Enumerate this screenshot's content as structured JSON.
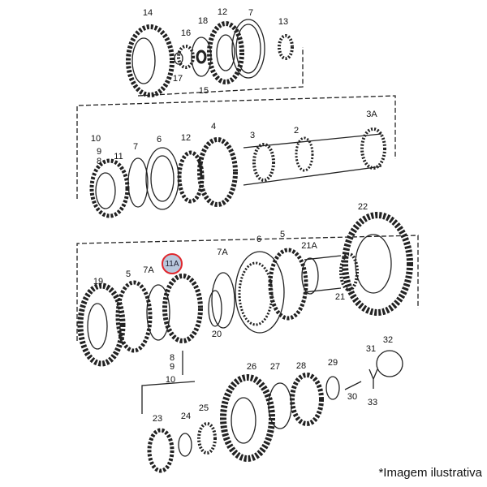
{
  "top_group": {
    "labels": [
      "14",
      "16",
      "18",
      "12",
      "7",
      "13",
      "17",
      "15"
    ]
  },
  "middle_group": {
    "labels": [
      "10",
      "9",
      "8",
      "11",
      "7",
      "6",
      "12",
      "4",
      "3",
      "2",
      "3A"
    ]
  },
  "lower_group": {
    "labels": [
      "22",
      "6",
      "5",
      "7A",
      "21A",
      "19",
      "5",
      "7A",
      "21",
      "20",
      "8",
      "9",
      "10"
    ],
    "highlighted_label": "11A",
    "highlight_color": "#e0282e"
  },
  "bottom_group": {
    "labels": [
      "26",
      "27",
      "28",
      "29",
      "31",
      "32",
      "30",
      "33",
      "23",
      "24",
      "25"
    ]
  },
  "caption": "*Imagem ilustrativa"
}
